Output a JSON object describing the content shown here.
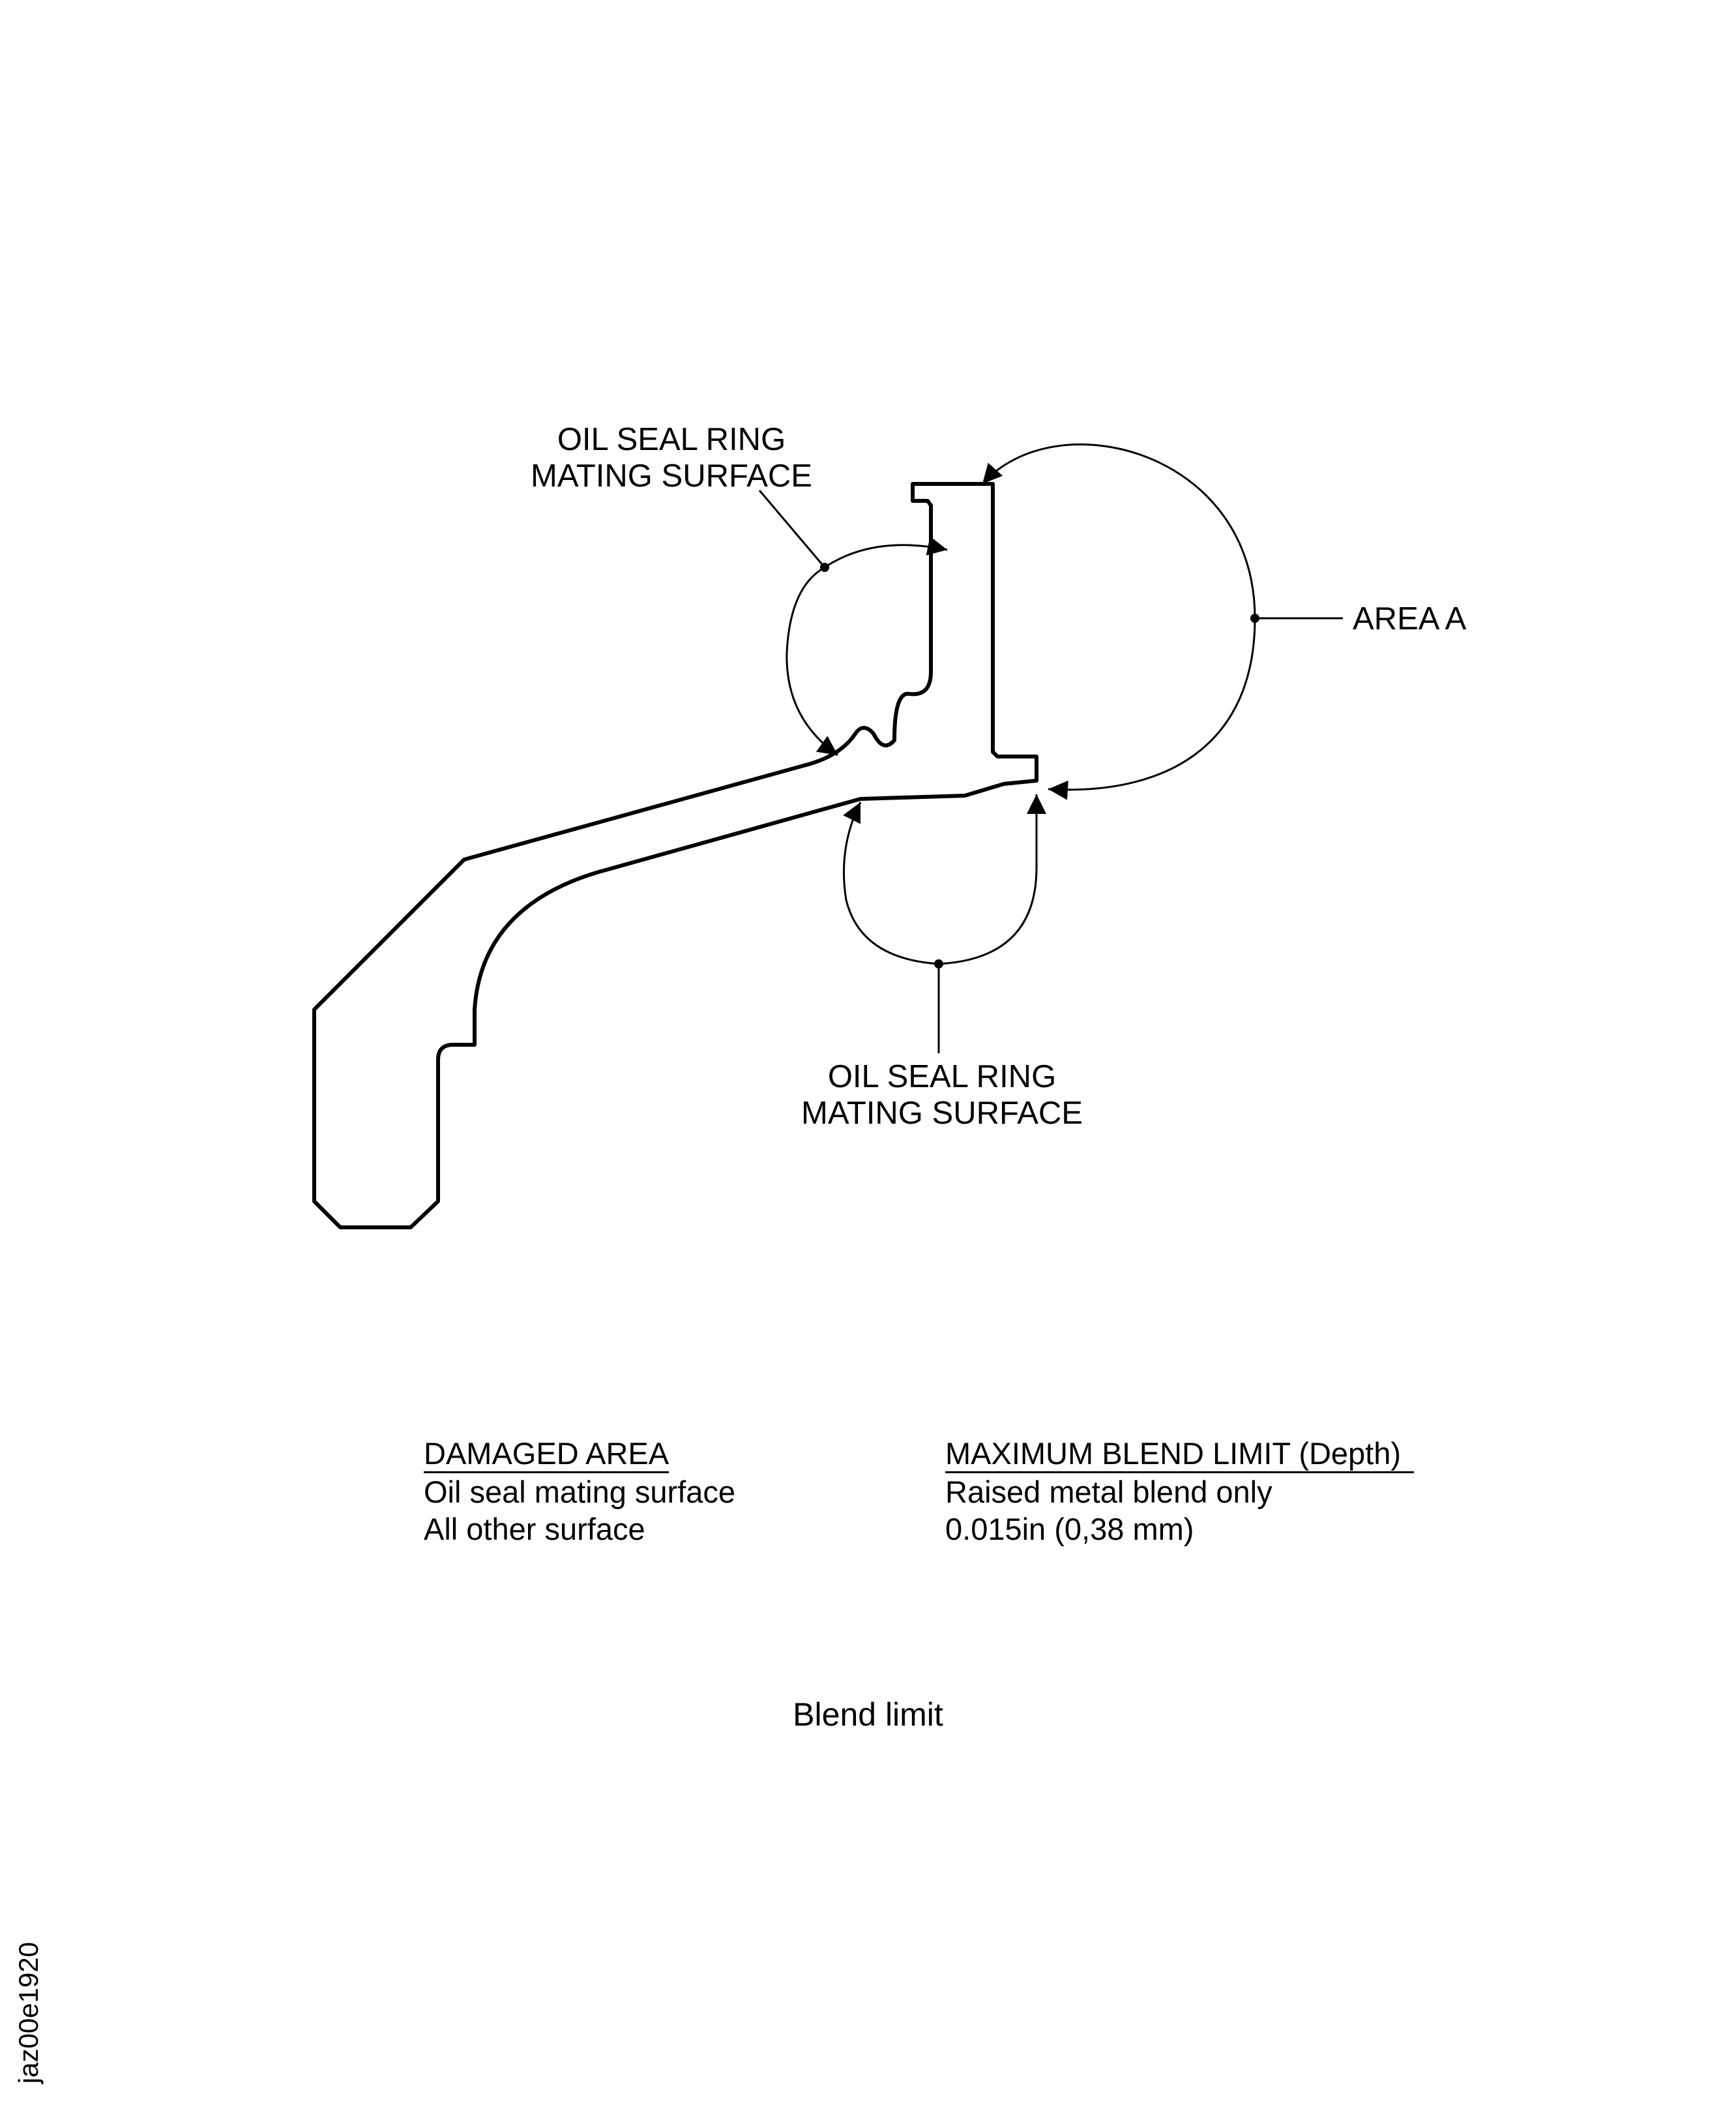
{
  "labels": {
    "oil_seal_top": [
      "OIL SEAL RING",
      "MATING SURFACE"
    ],
    "oil_seal_bottom": [
      "OIL SEAL RING",
      "MATING SURFACE"
    ],
    "area_a": "AREA A"
  },
  "table": {
    "damaged_header": "DAMAGED AREA",
    "limit_header": "MAXIMUM BLEND LIMIT (Depth)",
    "rows": [
      {
        "area": "Oil seal mating surface",
        "limit": "Raised metal blend only"
      },
      {
        "area": "All other surface",
        "limit": "0.015in (0,38 mm)"
      }
    ]
  },
  "caption": "Blend limit",
  "figure_id": "jaz00e1920"
}
